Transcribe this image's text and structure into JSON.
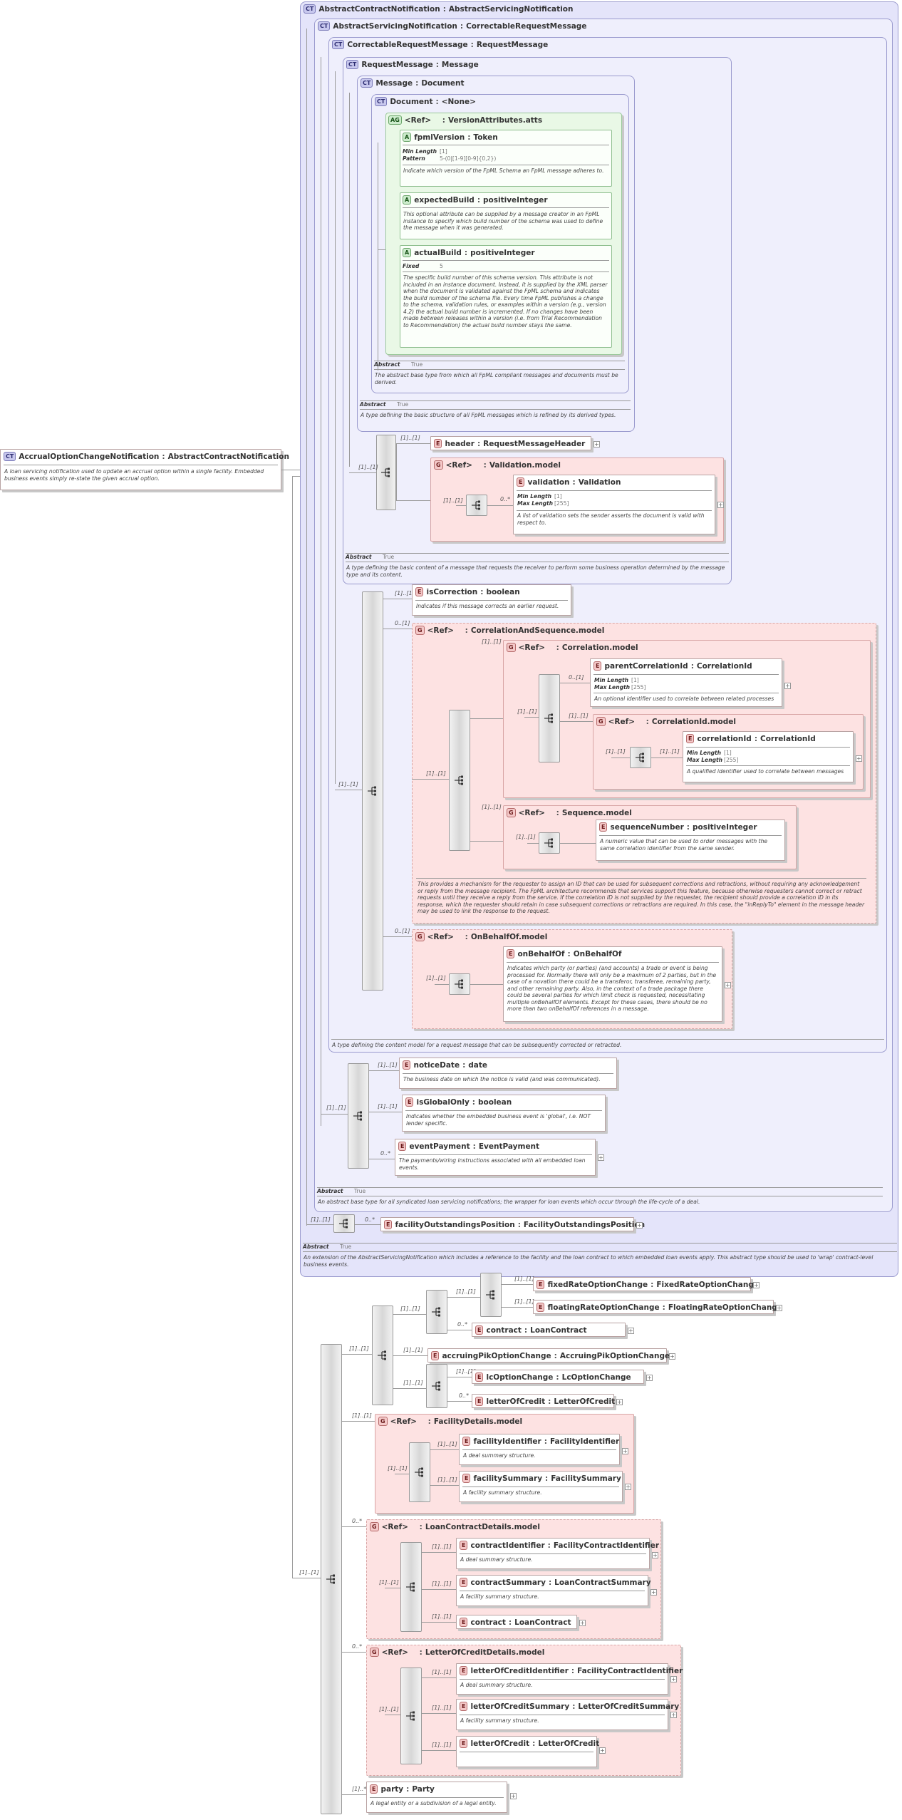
{
  "root": {
    "name": "AccrualOptionChangeNotification",
    "base": "AbstractContractNotification",
    "desc": "A loan servicing notification used to update an accrual option within a single facility. Embedded business events simply re-state the given accrual option."
  },
  "ct_acn": {
    "name": "AbstractContractNotification",
    "base": "AbstractServicingNotification",
    "abstract_label": "Abstract",
    "abstract_value": "True",
    "desc": "An extension of the AbstractServicingNotification which includes a reference to the facility and the loan contract to which embedded loan events apply. This abstract type should be used to 'wrap' contract-level business events."
  },
  "ct_asn": {
    "name": "AbstractServicingNotification",
    "base": "CorrectableRequestMessage",
    "abstract_label": "Abstract",
    "abstract_value": "True",
    "desc": "An abstract base type for all syndicated loan servicing notifications; the wrapper for loan events which occur through the life-cycle of a deal."
  },
  "ct_crm": {
    "name": "CorrectableRequestMessage",
    "base": "RequestMessage",
    "desc": "A type defining the content model for a request message that can be subsequently corrected or retracted."
  },
  "ct_rm": {
    "name": "RequestMessage",
    "base": "Message",
    "abstract_label": "Abstract",
    "abstract_value": "True",
    "desc": "A type defining the basic content of a message that requests the receiver to perform some business operation determined by the message type and its content."
  },
  "ct_msg": {
    "name": "Message",
    "base": "Document",
    "abstract_label": "Abstract",
    "abstract_value": "True",
    "desc": "A type defining the basic structure of all FpML messages which is refined by its derived types."
  },
  "ct_doc": {
    "name": "Document",
    "base": "<None>",
    "abstract_label": "Abstract",
    "abstract_value": "True",
    "desc": "The abstract base type from which all FpML compliant messages and documents must be derived."
  },
  "ag_version": {
    "ref": "<Ref>",
    "name": "VersionAttributes.atts"
  },
  "attr_fpml": {
    "name": "fpmlVersion",
    "type": "Token",
    "p1_label": "Min Length",
    "p1_value": "[1]",
    "p2_label": "Pattern",
    "p2_value": "5-(0|[1-9][0-9]{0,2})",
    "desc": "Indicate which version of the FpML Schema an FpML message adheres to."
  },
  "attr_expected": {
    "name": "expectedBuild",
    "type": "positiveInteger",
    "desc": "This optional attribute can be supplied by a message creator in an FpML instance to specify which build number of the schema was used to define the message when it was generated."
  },
  "attr_actual": {
    "name": "actualBuild",
    "type": "positiveInteger",
    "p1_label": "Fixed",
    "p1_value": "5",
    "desc": "The specific build number of this schema version. This attribute is not included in an instance document. Instead, it is supplied by the XML parser when the document is validated against the FpML schema and indicates the build number of the schema file. Every time FpML publishes a change to the schema, validation rules, or examples within a version (e.g., version 4.2) the actual build number is incremented. If no changes have been made between releases within a version (i.e. from Trial Recommendation to Recommendation) the actual build number stays the same."
  },
  "el_header": {
    "name": "header",
    "type": "RequestMessageHeader",
    "card": "[1]..[1]"
  },
  "grp_validation": {
    "ref": "<Ref>",
    "name": "Validation.model",
    "card": "[1]..[1]",
    "seq_card": "[1]..[1]"
  },
  "el_validation": {
    "name": "validation",
    "type": "Validation",
    "card": "0..*",
    "p1_label": "Min Length",
    "p1_value": "[1]",
    "p2_label": "Max Length",
    "p2_value": "[255]",
    "desc": "A list of validation sets the sender asserts the document is valid with respect to."
  },
  "el_iscorrection": {
    "name": "isCorrection",
    "type": "boolean",
    "card": "[1]..[1]",
    "desc": "Indicates if this message corrects an earlier request."
  },
  "grp_corrseq": {
    "ref": "<Ref>",
    "name": "CorrelationAndSequence.model",
    "card": "0..[1]",
    "seq_card": "[1]..[1]",
    "desc": "This provides a mechanism for the requester to assign an ID that can be used for subsequent corrections and retractions, without requiring any acknowledgement or reply from the message recipient. The FpML architecture recommends that services support this feature, because otherwise requesters cannot correct or retract requests until they receive a reply from the service. If the correlation ID is not supplied by the requester, the recipient should provide a correlation ID in its response, which the requester should retain in case subsequent corrections or retractions are required. In this case, the \"inReplyTo\" element in the message header may be used to link the response to the request."
  },
  "grp_corr": {
    "ref": "<Ref>",
    "name": "Correlation.model",
    "card": "[1]..[1]",
    "seq_card": "[1]..[1]"
  },
  "el_parentcorr": {
    "name": "parentCorrelationId",
    "type": "CorrelationId",
    "card": "0..[1]",
    "p1_label": "Min Length",
    "p1_value": "[1]",
    "p2_label": "Max Length",
    "p2_value": "[255]",
    "desc": "An optional identifier used to correlate between related processes"
  },
  "grp_corrid": {
    "ref": "<Ref>",
    "name": "CorrelationId.model",
    "card": "[1]..[1]",
    "seq_card": "[1]..[1]"
  },
  "el_corrid": {
    "name": "correlationId",
    "type": "CorrelationId",
    "card": "[1]..[1]",
    "p1_label": "Min Length",
    "p1_value": "[1]",
    "p2_label": "Max Length",
    "p2_value": "[255]",
    "desc": "A qualified identifier used to correlate between messages"
  },
  "grp_seqmodel": {
    "ref": "<Ref>",
    "name": "Sequence.model",
    "card": "[1]..[1]",
    "seq_card": "[1]..[1]"
  },
  "el_seqnum": {
    "name": "sequenceNumber",
    "type": "positiveInteger",
    "card": "[1]..[1]",
    "desc": "A numeric value that can be used to order messages with the same correlation identifier from the same sender."
  },
  "grp_obo": {
    "ref": "<Ref>",
    "name": "OnBehalfOf.model",
    "card": "0..[1]",
    "seq_card": "[1]..[1]"
  },
  "el_obo": {
    "name": "onBehalfOf",
    "type": "OnBehalfOf",
    "card": "[1]..[1]",
    "desc": "Indicates which party (or parties) (and accounts) a trade or event is being processed for. Normally there will only be a maximum of 2 parties, but in the case of a novation there could be a transferor, transferee, remaining party, and other remaining party. Also, in the context of a trade package there could be several parties for which limit check is requested, necessitating multiple onBehalfOf elements. Except for these cases, there should be no more than two onBehalfOf references in a message."
  },
  "seq_crm": {
    "card": "[1]..[1]"
  },
  "seq_rm": {
    "card": "[1]..[1]"
  },
  "seq_asn": {
    "card": "[1]..[1]"
  },
  "seq_acn": {
    "card": "[1]..[1]"
  },
  "seq_root": {
    "card": "[1]..[1]"
  },
  "el_noticedate": {
    "name": "noticeDate",
    "type": "date",
    "card": "[1]..[1]",
    "desc": "The business date on which the notice is valid (and was communicated)."
  },
  "el_isglobal": {
    "name": "isGlobalOnly",
    "type": "boolean",
    "card": "[1]..[1]",
    "desc": "Indicates whether the embedded business event is 'global', i.e. NOT lender specific."
  },
  "el_payment": {
    "name": "eventPayment",
    "type": "EventPayment",
    "card": "0..*",
    "desc": "The payments/wiring instructions associated with all embedded loan events."
  },
  "el_fop": {
    "name": "facilityOutstandingsPosition",
    "type": "FacilityOutstandingsPosition",
    "card": "0..*"
  },
  "seq_choice1": {
    "card": "[1]..[1]"
  },
  "seq_choice2": {
    "card": "[1]..[1]"
  },
  "seq_choice3": {
    "card": "[1]..[1]"
  },
  "el_fixed": {
    "name": "fixedRateOptionChange",
    "type": "FixedRateOptionChange",
    "card": "[1]..[1]"
  },
  "el_floating": {
    "name": "floatingRateOptionChange",
    "type": "FloatingRateOptionChange",
    "card": "[1]..[1]"
  },
  "el_contract1": {
    "name": "contract",
    "type": "LoanContract",
    "card": "0..*"
  },
  "el_accruingpik": {
    "name": "accruingPikOptionChange",
    "type": "AccruingPikOptionChange",
    "card": "[1]..[1]"
  },
  "seq_lc": {
    "card": "[1]..[1]"
  },
  "el_lcoption": {
    "name": "lcOptionChange",
    "type": "LcOptionChange",
    "card": "[1]..[1]"
  },
  "el_loc1": {
    "name": "letterOfCredit",
    "type": "LetterOfCredit",
    "card": "0..*"
  },
  "grp_facility": {
    "ref": "<Ref>",
    "name": "FacilityDetails.model",
    "card": "[1]..[1]",
    "seq_card": "[1]..[1]"
  },
  "el_facid": {
    "name": "facilityIdentifier",
    "type": "FacilityIdentifier",
    "card": "[1]..[1]",
    "desc": "A deal summary structure."
  },
  "el_facsum": {
    "name": "facilitySummary",
    "type": "FacilitySummary",
    "card": "[1]..[1]",
    "desc": "A facility summary structure."
  },
  "grp_loancontract": {
    "ref": "<Ref>",
    "name": "LoanContractDetails.model",
    "card": "0..*",
    "seq_card": "[1]..[1]"
  },
  "el_contractid": {
    "name": "contractIdentifier",
    "type": "FacilityContractIdentifier",
    "card": "[1]..[1]",
    "desc": "A deal summary structure."
  },
  "el_contractsum": {
    "name": "contractSummary",
    "type": "LoanContractSummary",
    "card": "[1]..[1]",
    "desc": "A facility summary structure."
  },
  "el_contract2": {
    "name": "contract",
    "type": "LoanContract",
    "card": "[1]..[1]"
  },
  "grp_locdetails": {
    "ref": "<Ref>",
    "name": "LetterOfCreditDetails.model",
    "card": "0..*",
    "seq_card": "[1]..[1]"
  },
  "el_locid": {
    "name": "letterOfCreditIdentifier",
    "type": "FacilityContractIdentifier",
    "card": "[1]..[1]",
    "desc": "A deal summary structure."
  },
  "el_locsum": {
    "name": "letterOfCreditSummary",
    "type": "LetterOfCreditSummary",
    "card": "[1]..[1]",
    "desc": "A facility summary structure."
  },
  "el_loc2": {
    "name": "letterOfCredit",
    "type": "LetterOfCredit",
    "card": "[1]..[1]"
  },
  "el_party": {
    "name": "party",
    "type": "Party",
    "card": "[1]..*",
    "desc": "A legal entity or a subdivision of a legal entity."
  }
}
